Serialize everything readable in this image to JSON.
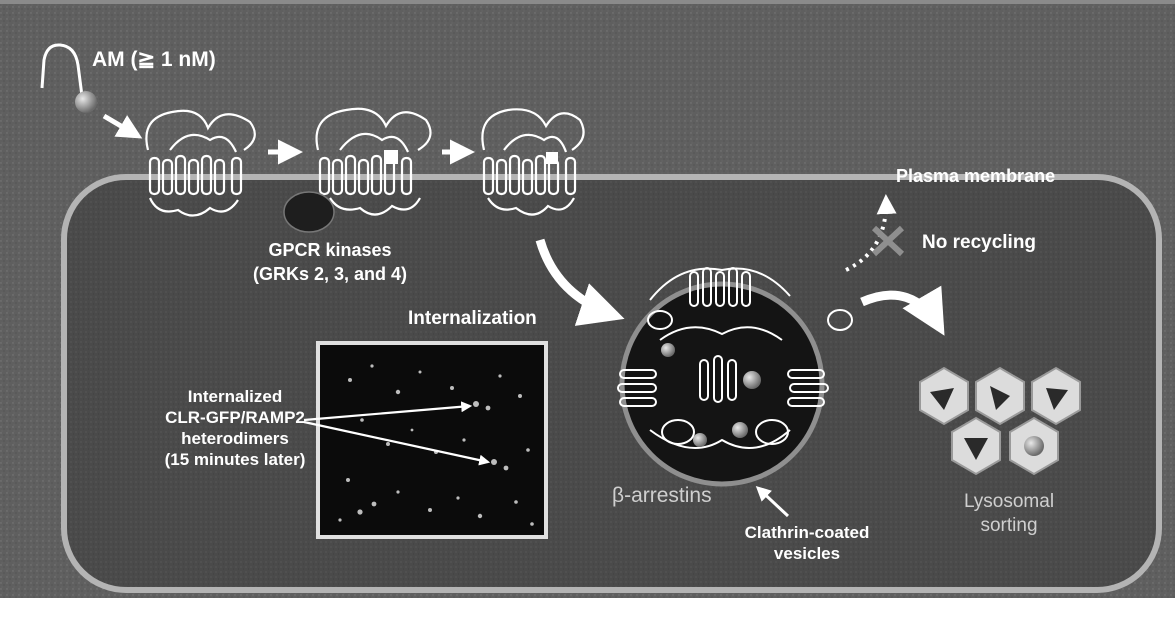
{
  "labels": {
    "ligand": "AM (≧ 1 nM)",
    "plasma_membrane": "Plasma membrane",
    "gpcr_kinases_line1": "GPCR kinases",
    "gpcr_kinases_line2": "(GRKs 2, 3, and 4)",
    "no_recycling": "No recycling",
    "internalization": "Internalization",
    "internalized_line1": "Internalized",
    "internalized_line2": "CLR-GFP/RAMP2",
    "internalized_line3": "heterodimers",
    "internalized_line4": "(15 minutes later)",
    "beta_arrestins": "β-arrestins",
    "clathrin_line1": "Clathrin-coated",
    "clathrin_line2": "vesicles",
    "lysosomal_line1": "Lysosomal",
    "lysosomal_line2": "sorting"
  },
  "colors": {
    "background": "#5e5e5e",
    "cell_interior": "#494949",
    "membrane": "#b4b4b4",
    "text": "#ffffff",
    "muted_text": "#cfcfcf"
  }
}
